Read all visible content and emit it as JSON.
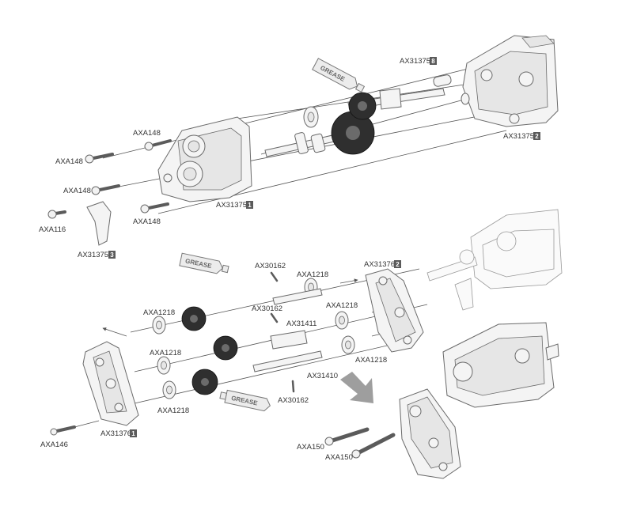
{
  "labels": {
    "ax31375_8": "AX31375",
    "ax31375_8_badge": "8",
    "ax31375_2": "AX31375",
    "ax31375_2_badge": "2",
    "ax31375_1": "AX31375",
    "ax31375_1_badge": "1",
    "ax31375_3": "AX31375",
    "ax31375_3_badge": "3",
    "axa148_a": "AXA148",
    "axa148_b": "AXA148",
    "axa148_c": "AXA148",
    "axa148_d": "AXA148",
    "axa116": "AXA116",
    "ax30162_top": "AX30162",
    "axa1218_top": "AXA1218",
    "ax31376_2": "AX31376",
    "ax31376_2_badge": "2",
    "axa1218_left": "AXA1218",
    "ax30162_mid": "AX30162",
    "axa1218_mid": "AXA1218",
    "ax31411": "AX31411",
    "axa1218_lower": "AXA1218",
    "axa1218_right": "AXA1218",
    "ax31410": "AX31410",
    "ax30162_bottom": "AX30162",
    "axa1218_bottom": "AXA1218",
    "ax31376_1": "AX31376",
    "ax31376_1_badge": "1",
    "axa146": "AXA146",
    "axa150_a": "AXA150",
    "axa150_b": "AXA150"
  },
  "grease": {
    "tube_top": "GREASE",
    "tube_mid": "GREASE",
    "tube_bottom": "GREASE"
  }
}
